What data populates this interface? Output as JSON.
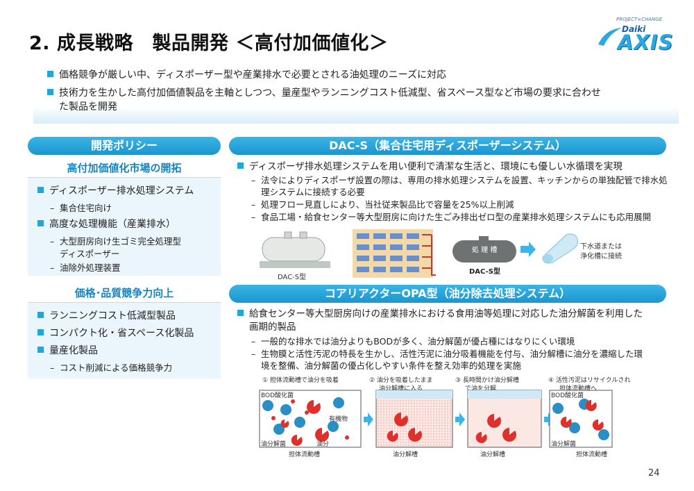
{
  "title": "2. 成長戦略　製品開発 ＜高付加価値化＞",
  "logo": {
    "tagline": "PROJECT×CHANGE",
    "daiki": "Daiki",
    "axis": "AXIS"
  },
  "intro": [
    "価格競争が厳しい中、ディスポーザー型や産業排水で必要とされる油処理のニーズに対応",
    "技術力を生かした高付加価値製品を主軸としつつ、量産型やランニングコスト低減型、省スペース型など市場の要求に合わせ",
    "た製品を開発"
  ],
  "left": {
    "policy_label": "開発ポリシー",
    "section1": {
      "heading": "高付加価値化市場の開拓",
      "items": [
        {
          "text": "ディスポーザー排水処理システム",
          "level": 1
        },
        {
          "text": "集合住宅向け",
          "level": 2
        },
        {
          "text": "高度な処理機能（産業排水）",
          "level": 1
        },
        {
          "text": "大型厨房向け生ゴミ完全処理型",
          "level": 2
        },
        {
          "text": "ディスポーザー",
          "level": 3
        },
        {
          "text": "油除外処理装置",
          "level": 2
        }
      ]
    },
    "section2": {
      "heading": "価格･品質競争力向上",
      "items": [
        {
          "text": "ランニングコスト低減型製品",
          "level": 1
        },
        {
          "text": "コンパクト化・省スペース化製品",
          "level": 1
        },
        {
          "text": "量産化製品",
          "level": 1
        },
        {
          "text": "コスト削減による価格競争力",
          "level": 2
        }
      ]
    }
  },
  "dac": {
    "label": "DAC-S（集合住宅用ディスポーザーシステム）",
    "bullet": "ディスポーザ排水処理システムを用い便利で清潔な生活と、環境にも優しい水循環を実現",
    "subs": [
      "法令によりディスポーザ設置の際は、専用の排水処理システムを設置、キッチンからの単独配管で排水処",
      "理システムに接続する必要",
      "処理フロー見直しにより、当社従来製品比で容量を25%以上削減",
      "食品工場・給食センター等大型厨房に向けた生ごみ排出ゼロ型の産業排水処理システムにも応用展開"
    ],
    "tank_caption": "DAC-S型",
    "tank_label": "処 理 槽",
    "tank_model": "DAC-S型",
    "dest": [
      "下水道または",
      "浄化槽に接続"
    ]
  },
  "opa": {
    "label": "コアリアクターOPA型（油分除去処理システム）",
    "bullet_1": "給食センター等大型厨房向けの産業排水における食用油等処理に対応した油分解菌を利用した",
    "bullet_2": "画期的製品",
    "subs": [
      "一般的な排水では油分よりもBODが多く、油分解菌が優占種にはなりにくい環境",
      "生物膜と活性汚泥の特長を生かし、活性汚泥に油分吸着機能を付与、油分解槽に油分を濃縮した環",
      "境を整備、油分解菌の優占化しやすい条件を整え効率的処理を実施"
    ],
    "steps": [
      {
        "caption_1": "① 担体流動槽で油分を吸着",
        "caption_2": "",
        "bottom": "担体流動槽"
      },
      {
        "caption_1": "② 油分を吸着したまま",
        "caption_2": "油分解槽に入る",
        "bottom": "油分解槽"
      },
      {
        "caption_1": "③ 長時間かけ油分解槽",
        "caption_2": "で油を分解",
        "bottom": "油分解槽"
      },
      {
        "caption_1": "④ 活性汚泥はリサイクルされ",
        "caption_2": "担体流動槽へ",
        "bottom": "担体流動槽"
      }
    ],
    "labels": {
      "bod": "BOD酸化菌",
      "organic": "有機物",
      "oil_bacteria": "油分解菌",
      "oil": "油分"
    }
  },
  "page_number": "24",
  "colors": {
    "accent": "#1a95cf",
    "heading": "#1684c2",
    "bullet": "#22a5d8",
    "oil_bacteria": "#e0302c",
    "bod_bacteria": "#2a8fc4"
  }
}
